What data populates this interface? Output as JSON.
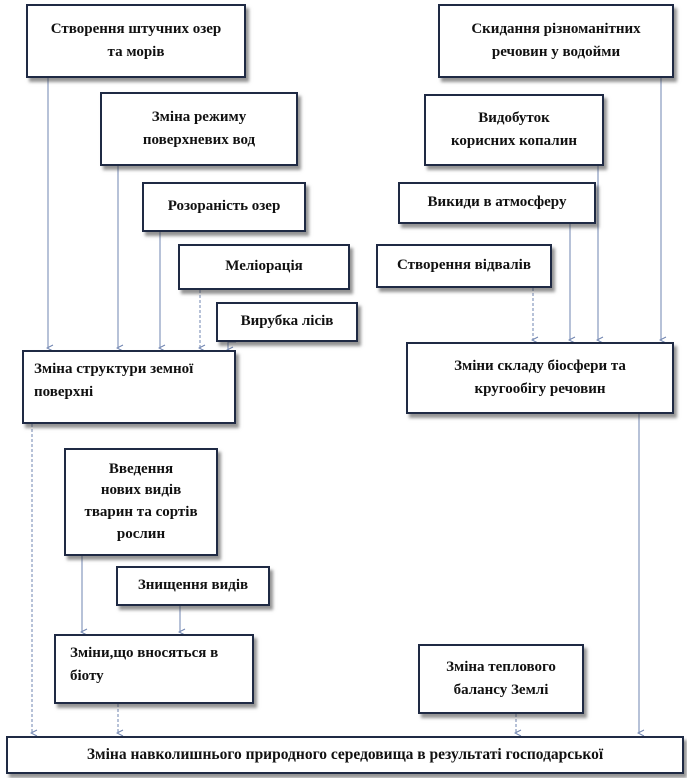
{
  "colors": {
    "border": "#1f2a44",
    "arrow": "#6f84b0",
    "text": "#111111"
  },
  "nodes": {
    "artificial_lakes": "Створення штучних озер\nта морів",
    "surface_water_regime": "Зміна режиму\nповерхневих вод",
    "lake_plowing": "Розораність озер",
    "melioration": "Меліорація",
    "deforestation": "Вирубка лісів",
    "surface_structure": "Зміна структури земної\nповерхні",
    "waste_dumping": "Скидання різноманітних\nречовин у водойми",
    "mining": "Видобуток\nкорисних копалин",
    "emissions": "Викиди в атмосферу",
    "spoil_heaps": "Створення відвалів",
    "biosphere_changes": "Зміни складу біосфери та\nкругообігу речовин",
    "new_species": "Введення\nнових видів\nтварин та сортів\nрослин",
    "species_destruction": "Знищення видів",
    "biota_changes": "Зміни,що вносяться в\nбіоту",
    "heat_balance": "Зміна теплового\nбалансу Землі",
    "environment_change": "Зміна навколишнього природного середовища в результаті господарської"
  }
}
